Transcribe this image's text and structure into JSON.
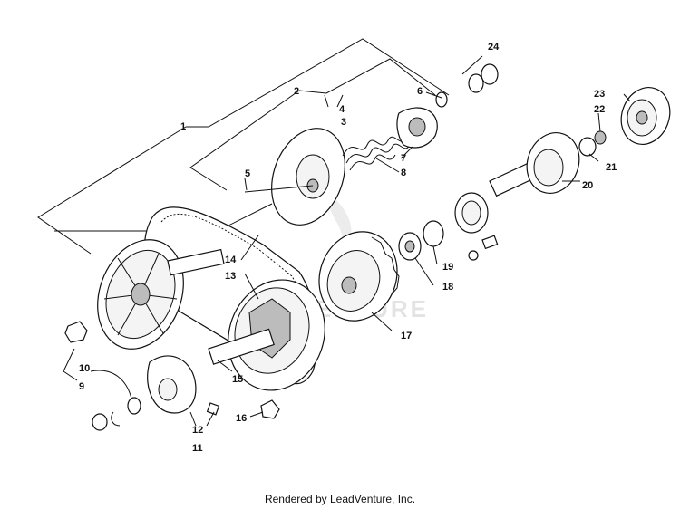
{
  "diagram": {
    "callouts": [
      "1",
      "2",
      "3",
      "4",
      "5",
      "6",
      "7",
      "8",
      "9",
      "10",
      "11",
      "12",
      "13",
      "14",
      "15",
      "16",
      "17",
      "18",
      "19",
      "20",
      "21",
      "22",
      "23",
      "24"
    ]
  },
  "watermark": {
    "text": "LEADVENTURE"
  },
  "footer": {
    "text": "Rendered by LeadVenture, Inc."
  }
}
